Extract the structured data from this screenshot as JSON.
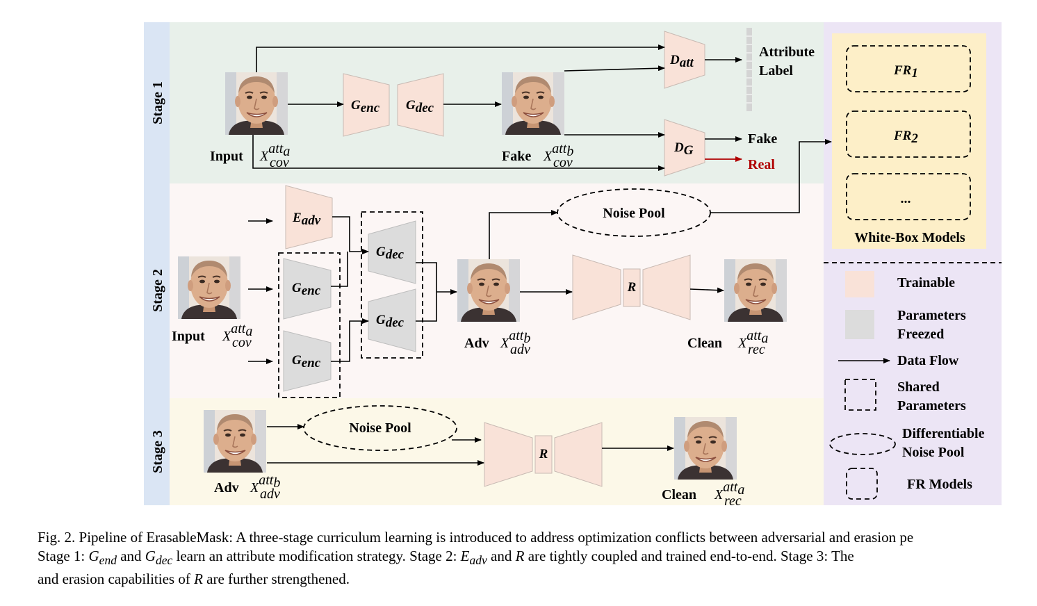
{
  "stages": {
    "s1": "Stage 1",
    "s2": "Stage 2",
    "s3": "Stage 3"
  },
  "modules": {
    "g_enc": "G",
    "g_enc_sub": "enc",
    "g_dec": "G",
    "g_dec_sub": "dec",
    "e_adv": "E",
    "e_adv_sub": "adv",
    "d_att": "D",
    "d_att_sub": "att",
    "d_g": "D",
    "d_g_sub": "G",
    "r": "R",
    "fr": "FR",
    "fr1_sub": "1",
    "fr2_sub": "2",
    "fr_more": "..."
  },
  "images": {
    "input": "Input",
    "fake": "Fake",
    "adv": "Adv",
    "clean": "Clean"
  },
  "math": {
    "x": "X",
    "att": "att",
    "sub_a": "a",
    "sub_b": "b",
    "cov": "cov",
    "adv": "adv",
    "rec": "rec"
  },
  "outputs": {
    "attribute": "Attribute",
    "label": "Label",
    "fake": "Fake",
    "real": "Real"
  },
  "noise_pool": "Noise Pool",
  "white_box_models": "White-Box Models",
  "legend": {
    "trainable": "Trainable",
    "params_line1": "Parameters",
    "params_line2": "Freezed",
    "data_flow": "Data Flow",
    "shared_line1": "Shared",
    "shared_line2": "Parameters",
    "diff_line1": "Differentiable",
    "diff_line2": "Noise Pool",
    "fr_models": "FR Models"
  },
  "caption": {
    "line1": "Fig. 2.  Pipeline of ErasableMask: A three-stage curriculum learning is introduced to address optimization conflicts between adversarial and erasion pe",
    "l2_a": "Stage 1: ",
    "l2_g1": "G",
    "l2_g1_sub": "end",
    "l2_and": " and ",
    "l2_g2": "G",
    "l2_g2_sub": "dec",
    "l2_b": " learn an attribute modification strategy. Stage 2: ",
    "l2_e": "E",
    "l2_e_sub": "adv",
    "l2_c": " and ",
    "l2_r": "R",
    "l2_d": " are tightly coupled and trained end-to-end. Stage 3: The",
    "l3_a": "and erasion capabilities of ",
    "l3_r": "R",
    "l3_b": " are further strengthened."
  },
  "colors": {
    "stage1_bg": "#e8f0ea",
    "stage2_bg": "#fcf6f5",
    "stage3_bg": "#fcf8e8",
    "stage_label_bg": "#dae5f4",
    "side_panel_bg": "#ece5f5",
    "white_box_bg": "#fdefc8",
    "trainable": "#f9e2d8",
    "frozen": "#dcdcdc",
    "real_arrow": "#b00000"
  }
}
